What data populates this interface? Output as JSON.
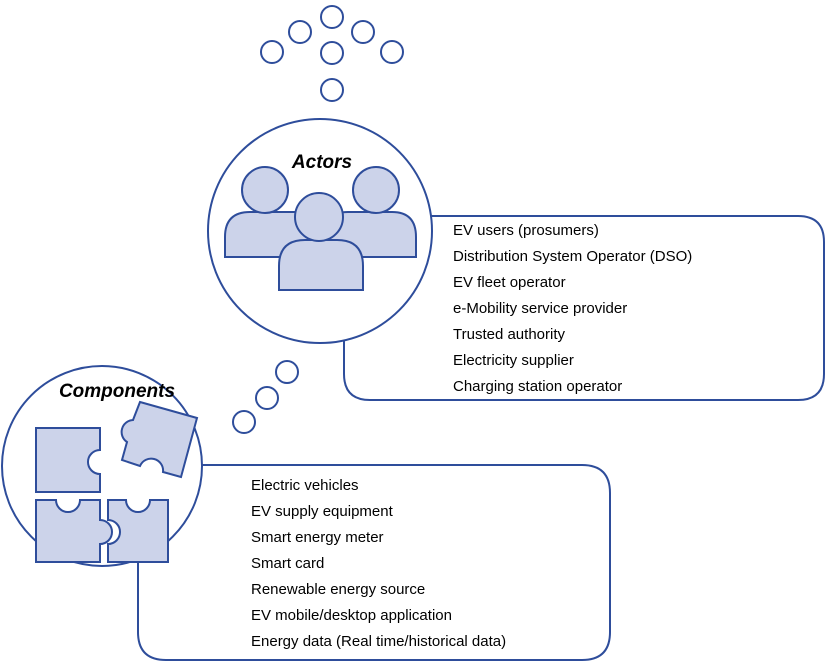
{
  "colors": {
    "stroke": "#2e4d9b",
    "fill": "#ccd3ea",
    "background": "#ffffff",
    "text": "#000000"
  },
  "actors": {
    "title": "Actors",
    "icon": "people-group-icon",
    "items": [
      "EV users (prosumers)",
      "Distribution System Operator (DSO)",
      "EV fleet operator",
      "e-Mobility service provider",
      "Trusted authority",
      "Electricity supplier",
      "Charging station operator"
    ]
  },
  "components": {
    "title": "Components",
    "icon": "puzzle-pieces-icon",
    "items": [
      "Electric vehicles",
      "EV supply equipment",
      "Smart energy meter",
      "Smart card",
      "Renewable energy source",
      "EV mobile/desktop application",
      "Energy data (Real time/historical data)"
    ]
  }
}
